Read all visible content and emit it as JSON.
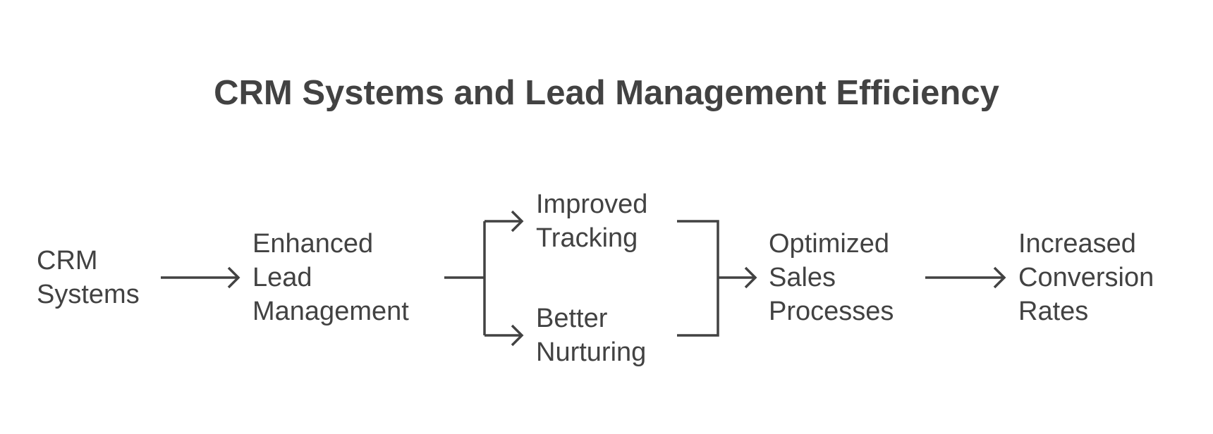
{
  "title": "CRM Systems and Lead Management Efficiency",
  "nodes": {
    "crm_systems": [
      "CRM",
      "Systems"
    ],
    "enhanced_lead_management": [
      "Enhanced",
      "Lead",
      "Management"
    ],
    "improved_tracking": [
      "Improved",
      "Tracking"
    ],
    "better_nurturing": [
      "Better",
      "Nurturing"
    ],
    "optimized_sales_processes": [
      "Optimized",
      "Sales",
      "Processes"
    ],
    "increased_conversion_rates": [
      "Increased",
      "Conversion",
      "Rates"
    ]
  },
  "colors": {
    "text": "#424242",
    "line": "#424242",
    "background": "#ffffff"
  }
}
